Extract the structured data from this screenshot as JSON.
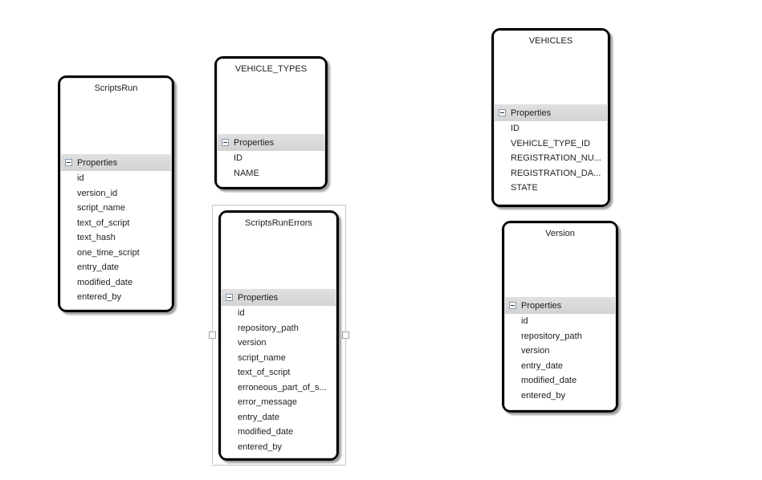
{
  "colors": {
    "canvas_background": "#ffffff",
    "entity_border": "#000000",
    "entity_fill": "#ffffff",
    "section_header_fill": "#d8d8d8",
    "text": "#1e1e1e",
    "selection_outline": "#8c8c8c"
  },
  "entities": [
    {
      "name": "ScriptsRun",
      "section_label": "Properties",
      "collapse_icon": "minus-box-icon",
      "selected": false,
      "properties": [
        "id",
        "version_id",
        "script_name",
        "text_of_script",
        "text_hash",
        "one_time_script",
        "entry_date",
        "modified_date",
        "entered_by"
      ]
    },
    {
      "name": "VEHICLE_TYPES",
      "section_label": "Properties",
      "collapse_icon": "minus-box-icon",
      "selected": false,
      "properties": [
        "ID",
        "NAME"
      ]
    },
    {
      "name": "VEHICLES",
      "section_label": "Properties",
      "collapse_icon": "minus-box-icon",
      "selected": false,
      "properties": [
        "ID",
        "VEHICLE_TYPE_ID",
        "REGISTRATION_NU...",
        "REGISTRATION_DA...",
        "STATE"
      ]
    },
    {
      "name": "ScriptsRunErrors",
      "section_label": "Properties",
      "collapse_icon": "minus-box-icon",
      "selected": true,
      "properties": [
        "id",
        "repository_path",
        "version",
        "script_name",
        "text_of_script",
        "erroneous_part_of_s...",
        "error_message",
        "entry_date",
        "modified_date",
        "entered_by"
      ]
    },
    {
      "name": "Version",
      "section_label": "Properties",
      "collapse_icon": "minus-box-icon",
      "selected": false,
      "properties": [
        "id",
        "repository_path",
        "version",
        "entry_date",
        "modified_date",
        "entered_by"
      ]
    }
  ]
}
